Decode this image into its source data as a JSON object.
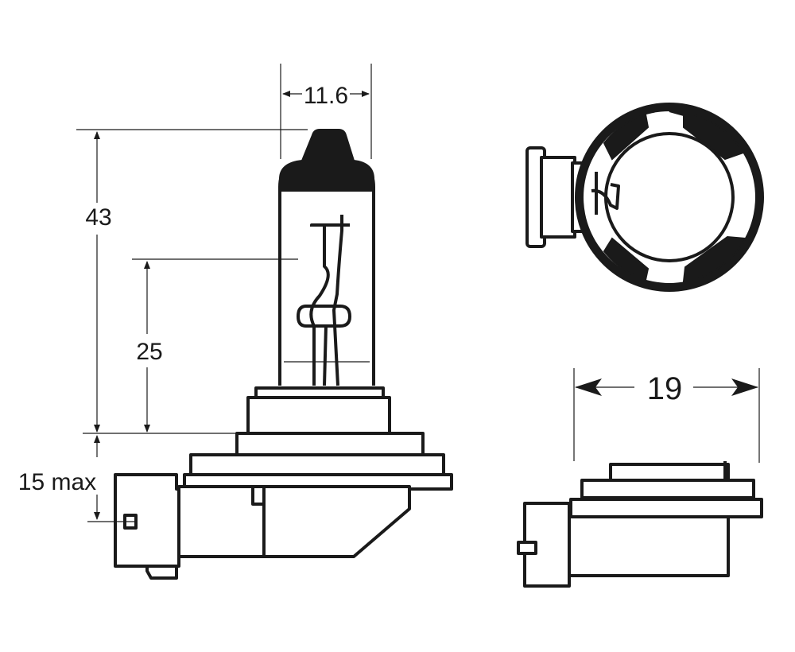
{
  "dimensions": {
    "bulb_width": "11.6",
    "overall_height": "43",
    "light_center_height": "25",
    "base_depth": "15 max",
    "base_diameter": "19"
  },
  "colors": {
    "line": "#1a1a1a",
    "background": "#ffffff"
  }
}
